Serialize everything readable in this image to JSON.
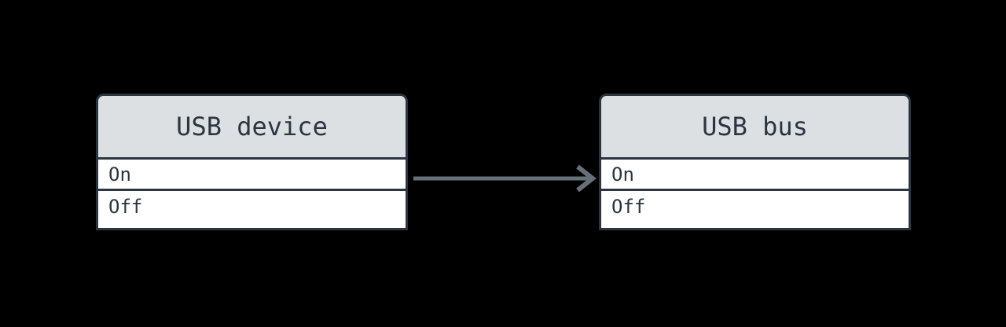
{
  "diagram": {
    "nodes": [
      {
        "id": "usb-device",
        "title": "USB device",
        "rows": [
          "On",
          "Off"
        ]
      },
      {
        "id": "usb-bus",
        "title": "USB bus",
        "rows": [
          "On",
          "Off"
        ]
      }
    ],
    "edge": {
      "type": "arrow",
      "direction": "right",
      "from_row": "On",
      "to_row": "On"
    },
    "colors": {
      "border": "#2b3540",
      "header_bg": "#dde0e3",
      "row_bg": "#ffffff",
      "text": "#2b3540",
      "arrow": "#667078",
      "bg": "#000000"
    }
  }
}
